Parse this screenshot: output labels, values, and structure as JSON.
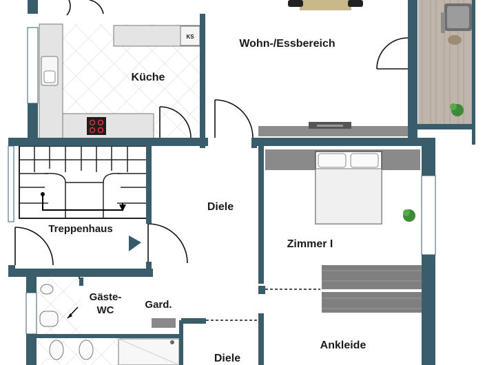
{
  "rooms": {
    "wohn": "Wohn-/Essbereich",
    "kueche": "Küche",
    "treppenhaus": "Treppenhaus",
    "diele_upper": "Diele",
    "diele_lower": "Diele",
    "zimmer": "Zimmer I",
    "gaeste": "Gäste-",
    "wc": "WC",
    "gard": "Gard.",
    "ankleide": "Ankleide"
  },
  "labels": {
    "ks": "KS"
  },
  "colors": {
    "wall": "#3a5d6b",
    "floor": "#ffffff",
    "tile": "#d8d8d8",
    "counter": "#e3e3e3",
    "cabinet": "#8a8a8a",
    "deck": "#b7aca2"
  }
}
